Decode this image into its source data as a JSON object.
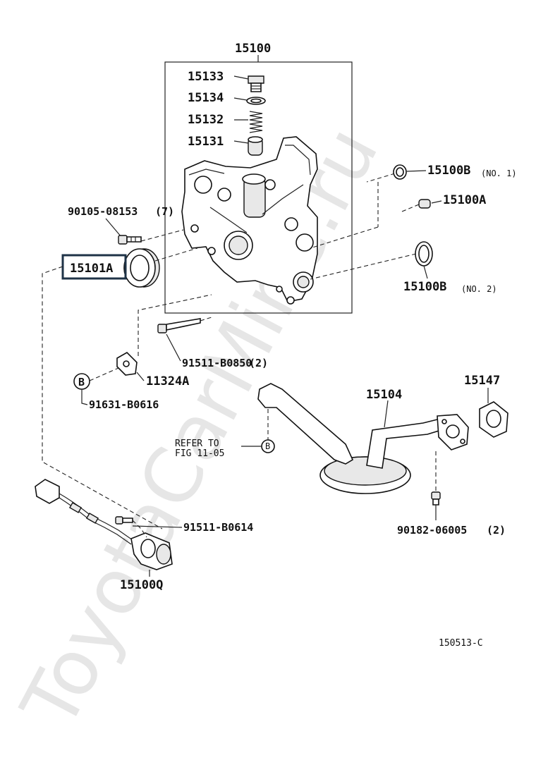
{
  "diagram": {
    "watermark": "ToyotaCarMine.ru",
    "figure_code": "150513-C",
    "refer_note": [
      "REFER TO",
      "FIG 11-05"
    ],
    "ref_letter": "B",
    "highlight_color": "#1f3347",
    "labels": {
      "p15100": "15100",
      "p15133": "15133",
      "p15134": "15134",
      "p15132": "15132",
      "p15131": "15131",
      "p15100B_1": "15100B",
      "p15100B_1_note": "(NO. 1)",
      "p15100A": "15100A",
      "p15100B_2": "15100B",
      "p15100B_2_note": "(NO. 2)",
      "p90105": "90105-08153",
      "p90105_qty": "(7)",
      "p15101A": "15101A",
      "p91511_0850": "91511-B0850",
      "p91511_0850_qty": "(2)",
      "p11324A": "11324A",
      "p91631": "91631-B0616",
      "p15104": "15104",
      "p15147": "15147",
      "p91511_0614": "91511-B0614",
      "p90182": "90182-06005",
      "p90182_qty": "(2)",
      "p15100Q": "15100Q"
    }
  }
}
